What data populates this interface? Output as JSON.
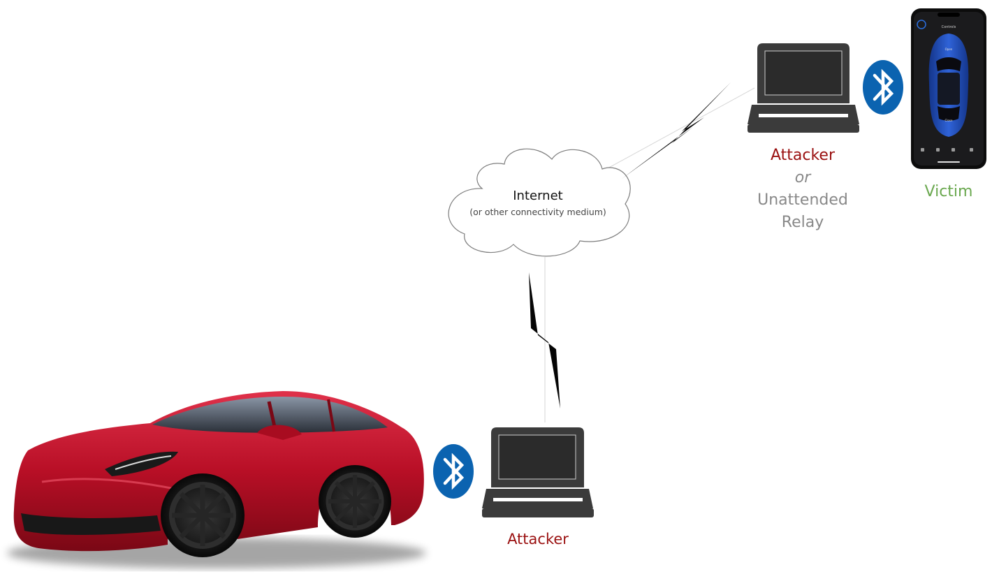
{
  "diagram": {
    "cloud": {
      "title": "Internet",
      "subtitle": "(or other connectivity medium)"
    },
    "top_attacker": {
      "line1": "Attacker",
      "line2": "or",
      "line3": "Unattended",
      "line4": "Relay"
    },
    "victim_label": "Victim",
    "bottom_attacker_label": "Attacker",
    "phone": {
      "screen_title": "Controls",
      "car_top_label": "Open",
      "car_bottom_label": "Close"
    },
    "colors": {
      "attacker": "#9a1010",
      "relay": "#888888",
      "victim": "#6aa84f",
      "bluetooth": "#0b63b0",
      "laptop": "#3b3b3b",
      "car": "#c8102e",
      "phone_car": "#1f4fbf"
    },
    "icons": [
      "laptop-icon",
      "bluetooth-icon",
      "lightning-bolt-icon",
      "cloud-icon",
      "phone-icon",
      "car-image"
    ]
  }
}
